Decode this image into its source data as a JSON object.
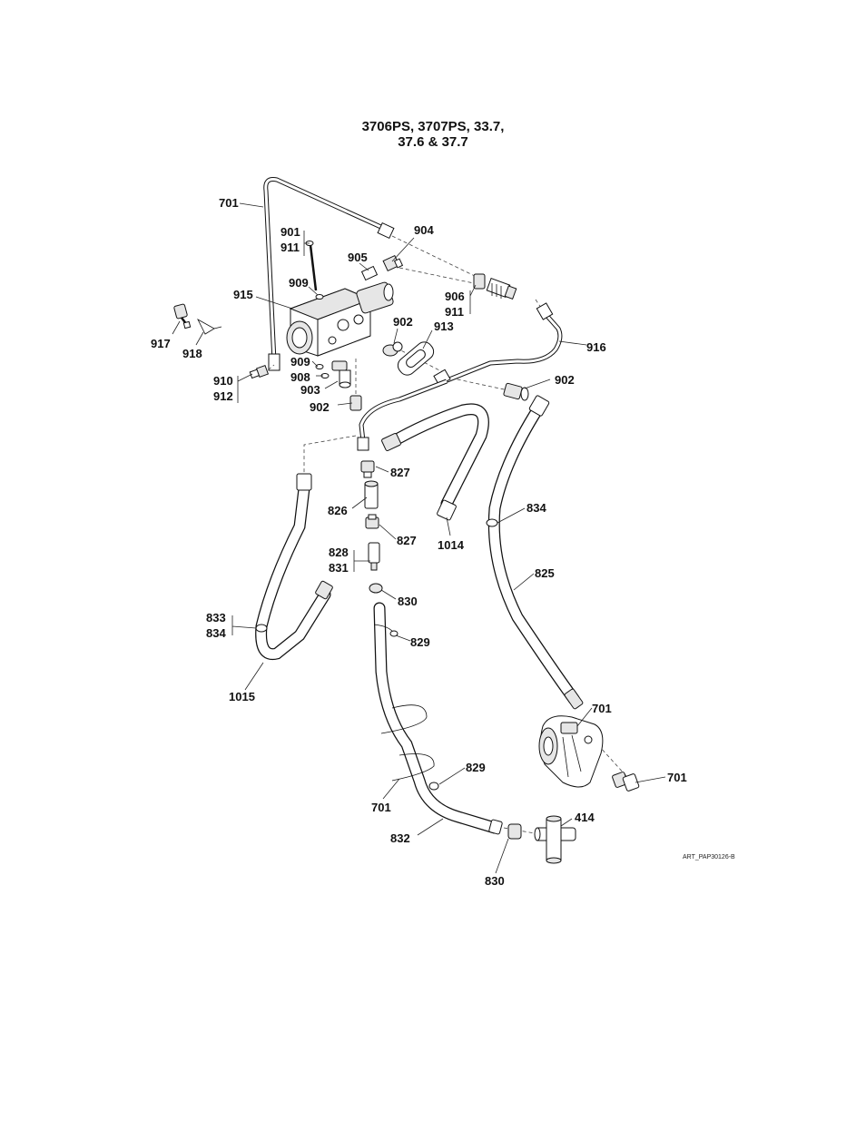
{
  "title": {
    "line1": "3706PS, 3707PS, 33.7,",
    "line2": "37.6 & 37.7"
  },
  "art_ref": "ART_PAP30126-B",
  "callouts": {
    "c701_top": "701",
    "c901": "901",
    "c911_a": "911",
    "c904": "904",
    "c905": "905",
    "c909_a": "909",
    "c915": "915",
    "c906": "906",
    "c911_b": "911",
    "c902_a": "902",
    "c913": "913",
    "c916": "916",
    "c917": "917",
    "c918": "918",
    "c909_b": "909",
    "c910": "910",
    "c908": "908",
    "c912": "912",
    "c903": "903",
    "c902_b": "902",
    "c902_c": "902",
    "c827_a": "827",
    "c826": "826",
    "c834_a": "834",
    "c827_b": "827",
    "c1014": "1014",
    "c828": "828",
    "c831": "831",
    "c825": "825",
    "c830_a": "830",
    "c833": "833",
    "c834_b": "834",
    "c829_a": "829",
    "c1015": "1015",
    "c701_pump": "701",
    "c829_b": "829",
    "c701_elbow": "701",
    "c701_clip": "701",
    "c414": "414",
    "c832": "832",
    "c830_b": "830"
  }
}
